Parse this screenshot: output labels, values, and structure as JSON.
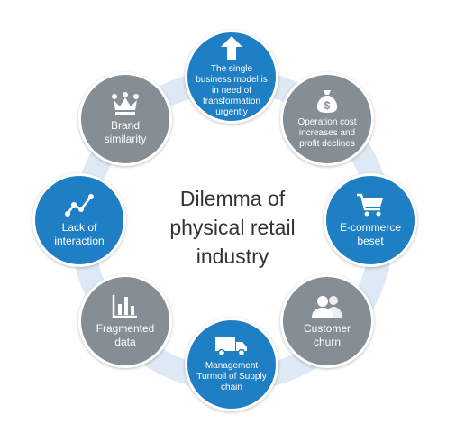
{
  "center": {
    "line1": "Dilemma of",
    "line2": "physical retail",
    "line3": "industry"
  },
  "colors": {
    "blue": "#1f7fc4",
    "gray": "#858d95",
    "ring": "#dde9f4"
  },
  "nodes": [
    {
      "id": "transformation",
      "color": "blue",
      "icon": "up-arrow-icon",
      "label": "The single business model is in need of transformation urgently"
    },
    {
      "id": "operation-cost",
      "color": "gray",
      "icon": "money-bag-icon",
      "label": "Operation cost increases and profit declines"
    },
    {
      "id": "e-commerce",
      "color": "blue",
      "icon": "shopping-cart-icon",
      "label": "E-commerce beset"
    },
    {
      "id": "customer-churn",
      "color": "gray",
      "icon": "users-icon",
      "label": "Customer churn"
    },
    {
      "id": "supply-chain",
      "color": "blue",
      "icon": "truck-icon",
      "label": "Management Turmoil of Supply chain"
    },
    {
      "id": "fragmented-data",
      "color": "gray",
      "icon": "bar-chart-icon",
      "label": "Fragmented data"
    },
    {
      "id": "lack-of-interaction",
      "color": "blue",
      "icon": "line-graph-icon",
      "label": "Lack of interaction"
    },
    {
      "id": "brand-similarity",
      "color": "gray",
      "icon": "crown-icon",
      "label": "Brand similarity"
    }
  ]
}
